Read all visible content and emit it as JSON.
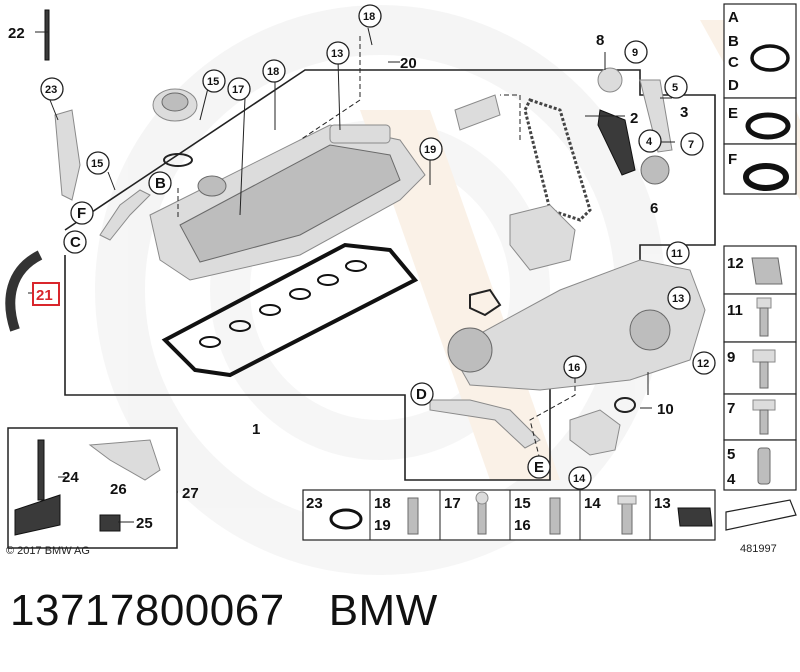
{
  "diagram": {
    "callouts": {
      "c1": "1",
      "c2": "2",
      "c3": "3",
      "c4": "4",
      "c5": "5",
      "c6": "6",
      "c7": "7",
      "c8": "8",
      "c9": "9",
      "c10": "10",
      "c11": "11",
      "c12": "12",
      "c13a": "13",
      "c13b": "13",
      "c14": "14",
      "c15a": "15",
      "c15b": "15",
      "c16": "16",
      "c17": "17",
      "c18": "18",
      "c19": "19",
      "c20": "20",
      "c21": "21",
      "c22": "22",
      "c23": "23",
      "c24": "24",
      "c25": "25",
      "c26": "26",
      "c27": "27"
    },
    "letters": {
      "B": "B",
      "C": "C",
      "D": "D",
      "E": "E",
      "F": "F"
    },
    "seal_panel": {
      "labels": [
        "A",
        "B",
        "C",
        "D",
        "E",
        "F"
      ]
    },
    "fastener_panel": {
      "labels": [
        "12",
        "11",
        "9",
        "7",
        "5",
        "4"
      ]
    },
    "bottom_strip": {
      "labels": [
        "23",
        "18",
        "19",
        "17",
        "15",
        "16",
        "14",
        "13"
      ]
    },
    "copyright": "© 2017 BMW AG",
    "diagram_number": "481997",
    "highlight_color": "#d9262c"
  },
  "footer": {
    "part_number": "13717800067",
    "brand": "BMW"
  }
}
